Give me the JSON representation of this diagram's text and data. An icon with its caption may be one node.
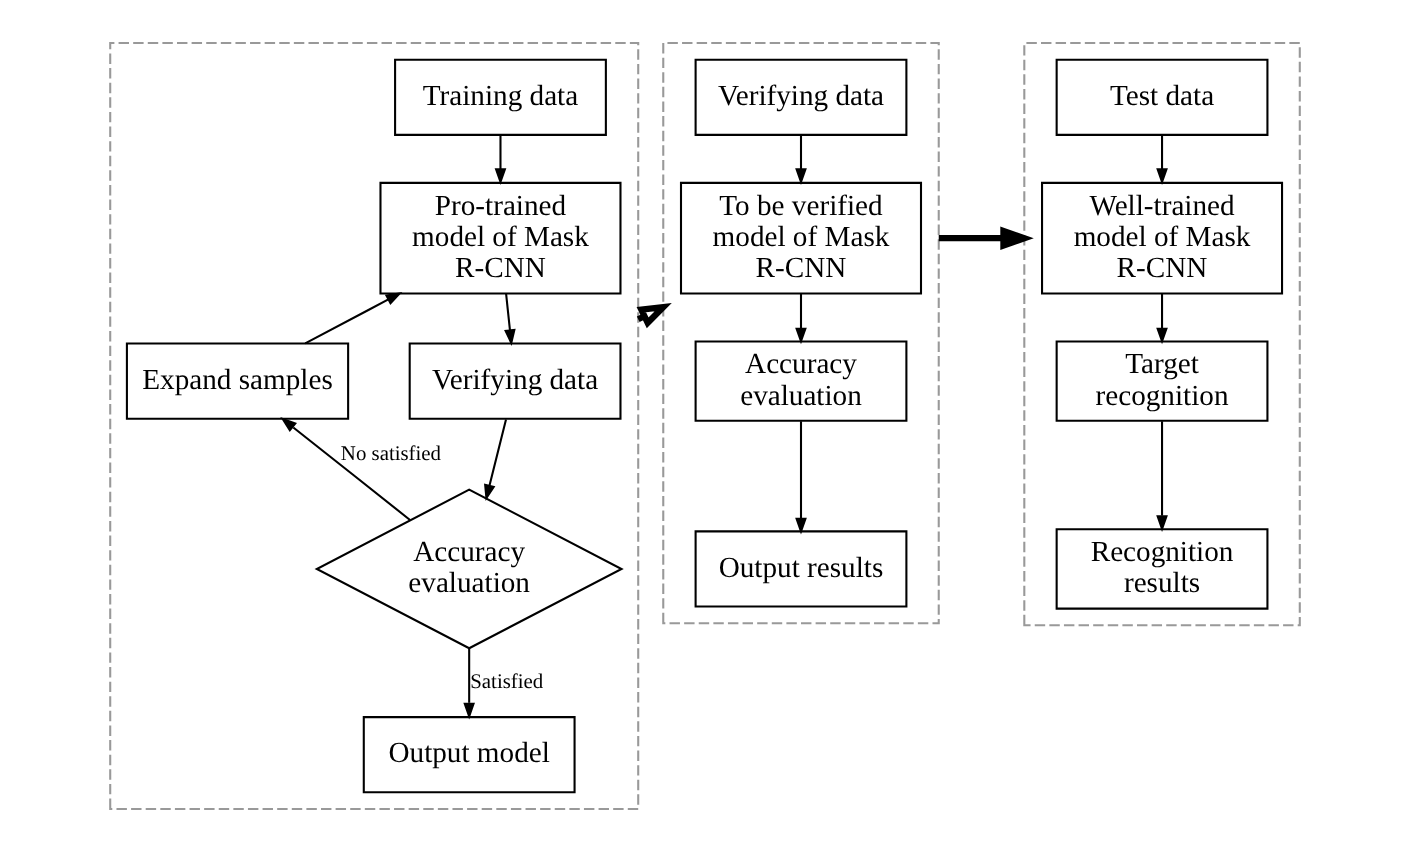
{
  "diagram": {
    "nodes": [
      {
        "text": [],
        "shape": "box"
      },
      {
        "text": [
          "Training data"
        ],
        "in": 0
      },
      {
        "text": [
          "Pro-trained model of Mask R-CNN"
        ],
        "in": 0
      },
      {
        "text": [
          "Verifying data"
        ],
        "in": 0
      },
      {
        "text": [
          "Accuracy evaluation"
        ],
        "in": 0
      },
      {
        "text": [
          "Output model"
        ],
        "in": 0
      },
      {
        "text": [
          "Expand samples"
        ],
        "in": 0
      },
      {
        "text": [],
        "shape": "box"
      },
      {
        "text": [
          "Verifying data"
        ],
        "in": 7
      },
      {
        "text": [
          "To be verified model of Mask R-CNN"
        ],
        "in": 7
      },
      {
        "text": [
          "Accuracy evaluation"
        ],
        "in": 7
      },
      {
        "text": [
          "Output results"
        ],
        "in": 7
      },
      {
        "text": [],
        "shape": "box"
      },
      {
        "text": [
          "Test data"
        ],
        "in": 12
      },
      {
        "text": [
          "Well-trained model of Mask R-CNN"
        ],
        "in": 12
      },
      {
        "text": [
          "Target recognition"
        ],
        "in": 12
      },
      {
        "text": [
          "Recognition results"
        ],
        "in": 12
      }
    ],
    "edges": [
      {
        "from": 1,
        "to": 2,
        "arrow": "to"
      },
      {
        "from": 2,
        "to": 3,
        "arrow": "to"
      },
      {
        "from": 3,
        "to": 4,
        "arrow": "to"
      },
      {
        "from": 4,
        "to": 5,
        "arrow": "to",
        "label": "Satisfied"
      },
      {
        "from": 4,
        "to": 6,
        "arrow": "to",
        "label": "No satisfied"
      },
      {
        "from": 6,
        "to": 2,
        "arrow": "to"
      },
      {
        "from": 0,
        "to": 7,
        "arrow": "to",
        "style": "thick"
      },
      {
        "from": 8,
        "to": 9,
        "arrow": "to"
      },
      {
        "from": 9,
        "to": 10,
        "arrow": "to"
      },
      {
        "from": 10,
        "to": 11,
        "arrow": "to"
      },
      {
        "from": 7,
        "to": 12,
        "arrow": "to",
        "style": "thick"
      },
      {
        "from": 13,
        "to": 14,
        "arrow": "to"
      },
      {
        "from": 14,
        "to": 15,
        "arrow": "to"
      },
      {
        "from": 15,
        "to": 16,
        "arrow": "to"
      }
    ]
  }
}
